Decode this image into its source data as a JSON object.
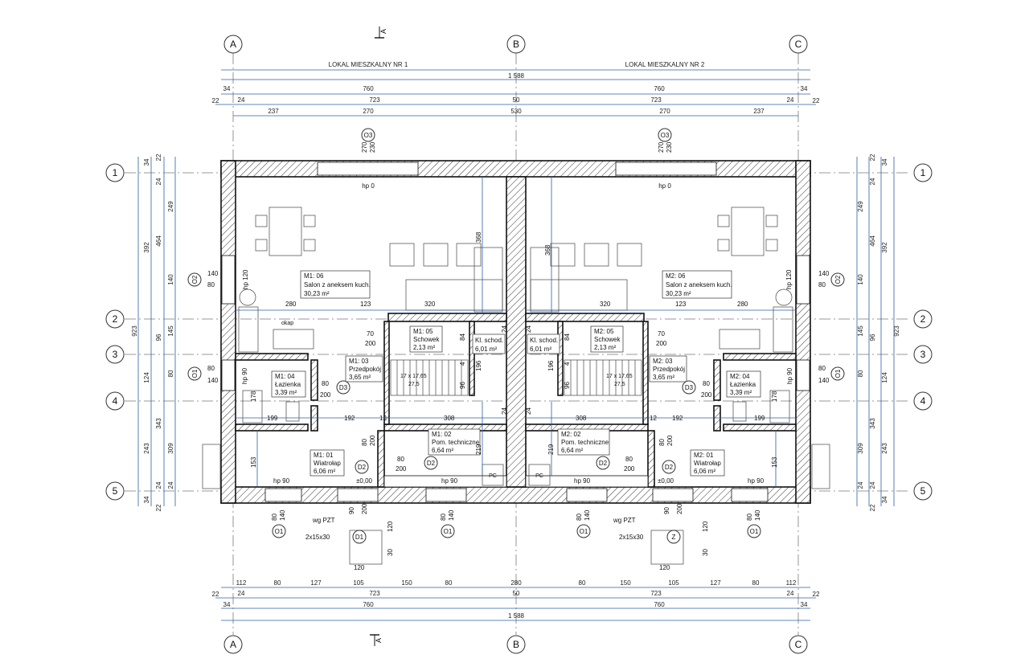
{
  "top": {
    "section_mark": "A",
    "units": [
      "LOKAL MIESZKALNY NR 1",
      "LOKAL MIESZKALNY NR 2"
    ],
    "total": "1 588",
    "row2": [
      "34",
      "760",
      "760",
      "34"
    ],
    "row3": [
      "22",
      "24",
      "723",
      "50",
      "723",
      "24",
      "22"
    ],
    "row4": [
      "237",
      "270",
      "530",
      "270",
      "237"
    ]
  },
  "bottom": {
    "section_mark": "A",
    "row1": [
      "112",
      "80",
      "127",
      "105",
      "150",
      "80",
      "280",
      "80",
      "150",
      "105",
      "127",
      "80",
      "112"
    ],
    "row2": [
      "22",
      "24",
      "723",
      "50",
      "723",
      "24",
      "22"
    ],
    "row3": [
      "34",
      "760",
      "760",
      "34"
    ],
    "total": "1 588"
  },
  "axes": {
    "vertical": [
      "A",
      "B",
      "C"
    ],
    "horizontal": [
      "1",
      "2",
      "3",
      "4",
      "5"
    ]
  },
  "left_dims": {
    "col1": [
      "34",
      "22",
      "24",
      "249",
      "464",
      "140",
      "145",
      "96",
      "124",
      "80",
      "343",
      "309",
      "243",
      "24",
      "24",
      "34",
      "22"
    ],
    "col2": [
      "392",
      "923"
    ]
  },
  "rooms": {
    "m1_06": {
      "code": "M1: 06",
      "name": "Salon z aneksem kuch.",
      "area": "30,23 m²"
    },
    "m2_06": {
      "code": "M2: 06",
      "name": "Salon z aneksem kuch.",
      "area": "30,23 m²"
    },
    "m1_05": {
      "code": "M1: 05",
      "name": "Schowek",
      "area": "2,13 m²"
    },
    "m2_05": {
      "code": "M2: 05",
      "name": "Schowek",
      "area": "2,13 m²"
    },
    "kl1": {
      "name": "Kl. schod.",
      "area": "6,01 m²"
    },
    "kl2": {
      "name": "Kl. schod.",
      "area": "6,01 m²"
    },
    "m1_03": {
      "code": "M1: 03",
      "name": "Przedpokój",
      "area": "3,65 m²"
    },
    "m2_03": {
      "code": "M2: 03",
      "name": "Przedpokój",
      "area": "3,65 m²"
    },
    "m1_04": {
      "code": "M1: 04",
      "name": "Łazienka",
      "area": "3,39 m²"
    },
    "m2_04": {
      "code": "M2: 04",
      "name": "Łazienka",
      "area": "3,39 m²"
    },
    "m1_02": {
      "code": "M1: 02",
      "name": "Pom. techniczne",
      "area": "6,64 m²"
    },
    "m2_02": {
      "code": "M2: 02",
      "name": "Pom. techniczne",
      "area": "6,64 m²"
    },
    "m1_01": {
      "code": "M1: 01",
      "name": "Wiatrołap",
      "area": "6,06 m²"
    },
    "m2_01": {
      "code": "M2: 01",
      "name": "Wiatrołap",
      "area": "6,06 m²"
    }
  },
  "tags": {
    "o3": "O3",
    "o2": "O2",
    "o1": "O1",
    "d1": "D1",
    "d2": "D2",
    "d3": "D3",
    "z": "Z",
    "hp0": "hp 0",
    "hp90": "hp 90",
    "hp120": "hp 120",
    "level": "±0,00",
    "wgpzt": "wg PZT",
    "steps": "2x15x30",
    "pc": "PC",
    "okap": "okap",
    "stairs": "17 x 17,65",
    "stair_run": "27,5"
  },
  "dims_misc": {
    "d270": "270",
    "d230": "230",
    "d140": "140",
    "d80": "80",
    "d120": "120",
    "d90": "90",
    "d200": "200",
    "d70": "70",
    "d280": "280",
    "d123": "123",
    "d320": "320",
    "d368": "368",
    "d199": "199",
    "d192": "192",
    "d12": "12",
    "d308": "308",
    "d24": "24",
    "d219": "219",
    "d178": "178",
    "d153": "153",
    "d196": "196",
    "d84": "84",
    "d30": "30",
    "d96": "96",
    "d4": "4"
  }
}
